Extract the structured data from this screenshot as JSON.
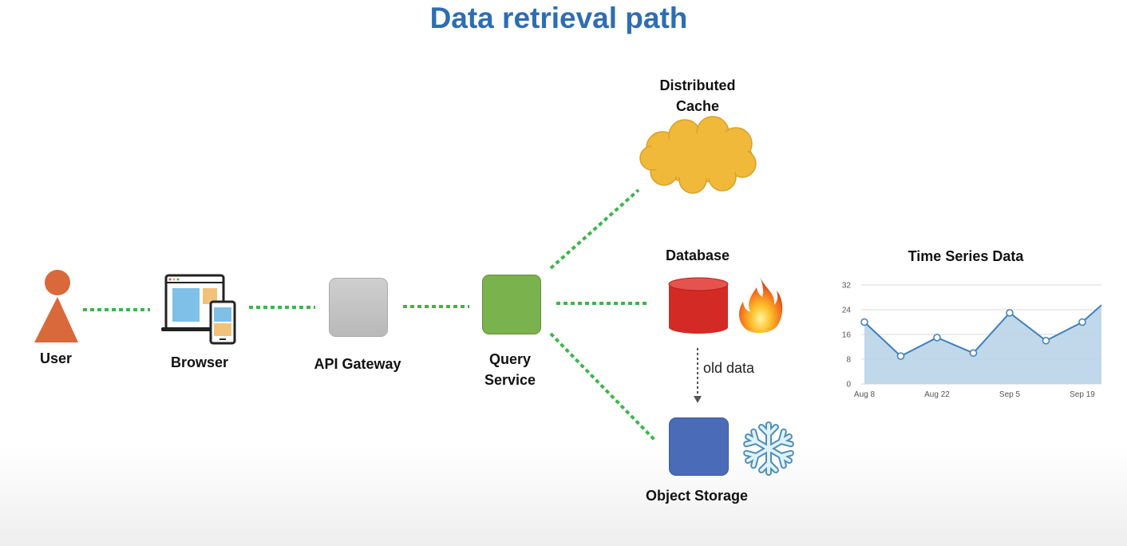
{
  "title": "Data retrieval path",
  "nodes": {
    "user": "User",
    "browser": "Browser",
    "api_gateway": "API Gateway",
    "query_service": "Query\nService",
    "distributed_cache": "Distributed\nCache",
    "database": "Database",
    "object_storage": "Object Storage"
  },
  "edges": {
    "old_data": "old data"
  },
  "icons": {
    "user": "person-icon",
    "browser": "browser-devices-icon",
    "api_gateway": "gateway-box-icon",
    "query_service": "service-box-icon",
    "cache": "cloud-icon",
    "database": "cylinder-icon",
    "hot": "fire-icon",
    "storage": "storage-box-icon",
    "cold": "snowflake-icon"
  },
  "colors": {
    "title": "#2e6db4",
    "connector": "#3cb54a",
    "user": "#d9683a",
    "gateway": "#c4c4c4",
    "service": "#7ab24e",
    "cache": "#f0b93a",
    "database": "#d42a25",
    "storage": "#4a6bb8",
    "chart_line": "#3f7fbf",
    "chart_fill": "#b9d4e8"
  },
  "chart_data": {
    "type": "area",
    "title": "Time Series Data",
    "x": [
      "Aug 8",
      "Aug 15",
      "Aug 22",
      "Aug 29",
      "Sep 5",
      "Sep 12",
      "Sep 19",
      "Sep 22"
    ],
    "values": [
      20,
      9,
      15,
      10,
      23,
      14,
      20,
      25.5
    ],
    "x_tick_labels": [
      "Aug 8",
      "Aug 22",
      "Sep 5",
      "Sep 19"
    ],
    "y_ticks": [
      0,
      8,
      16,
      24,
      32
    ],
    "ylim": [
      0,
      32
    ],
    "grid": true,
    "markers": true
  }
}
